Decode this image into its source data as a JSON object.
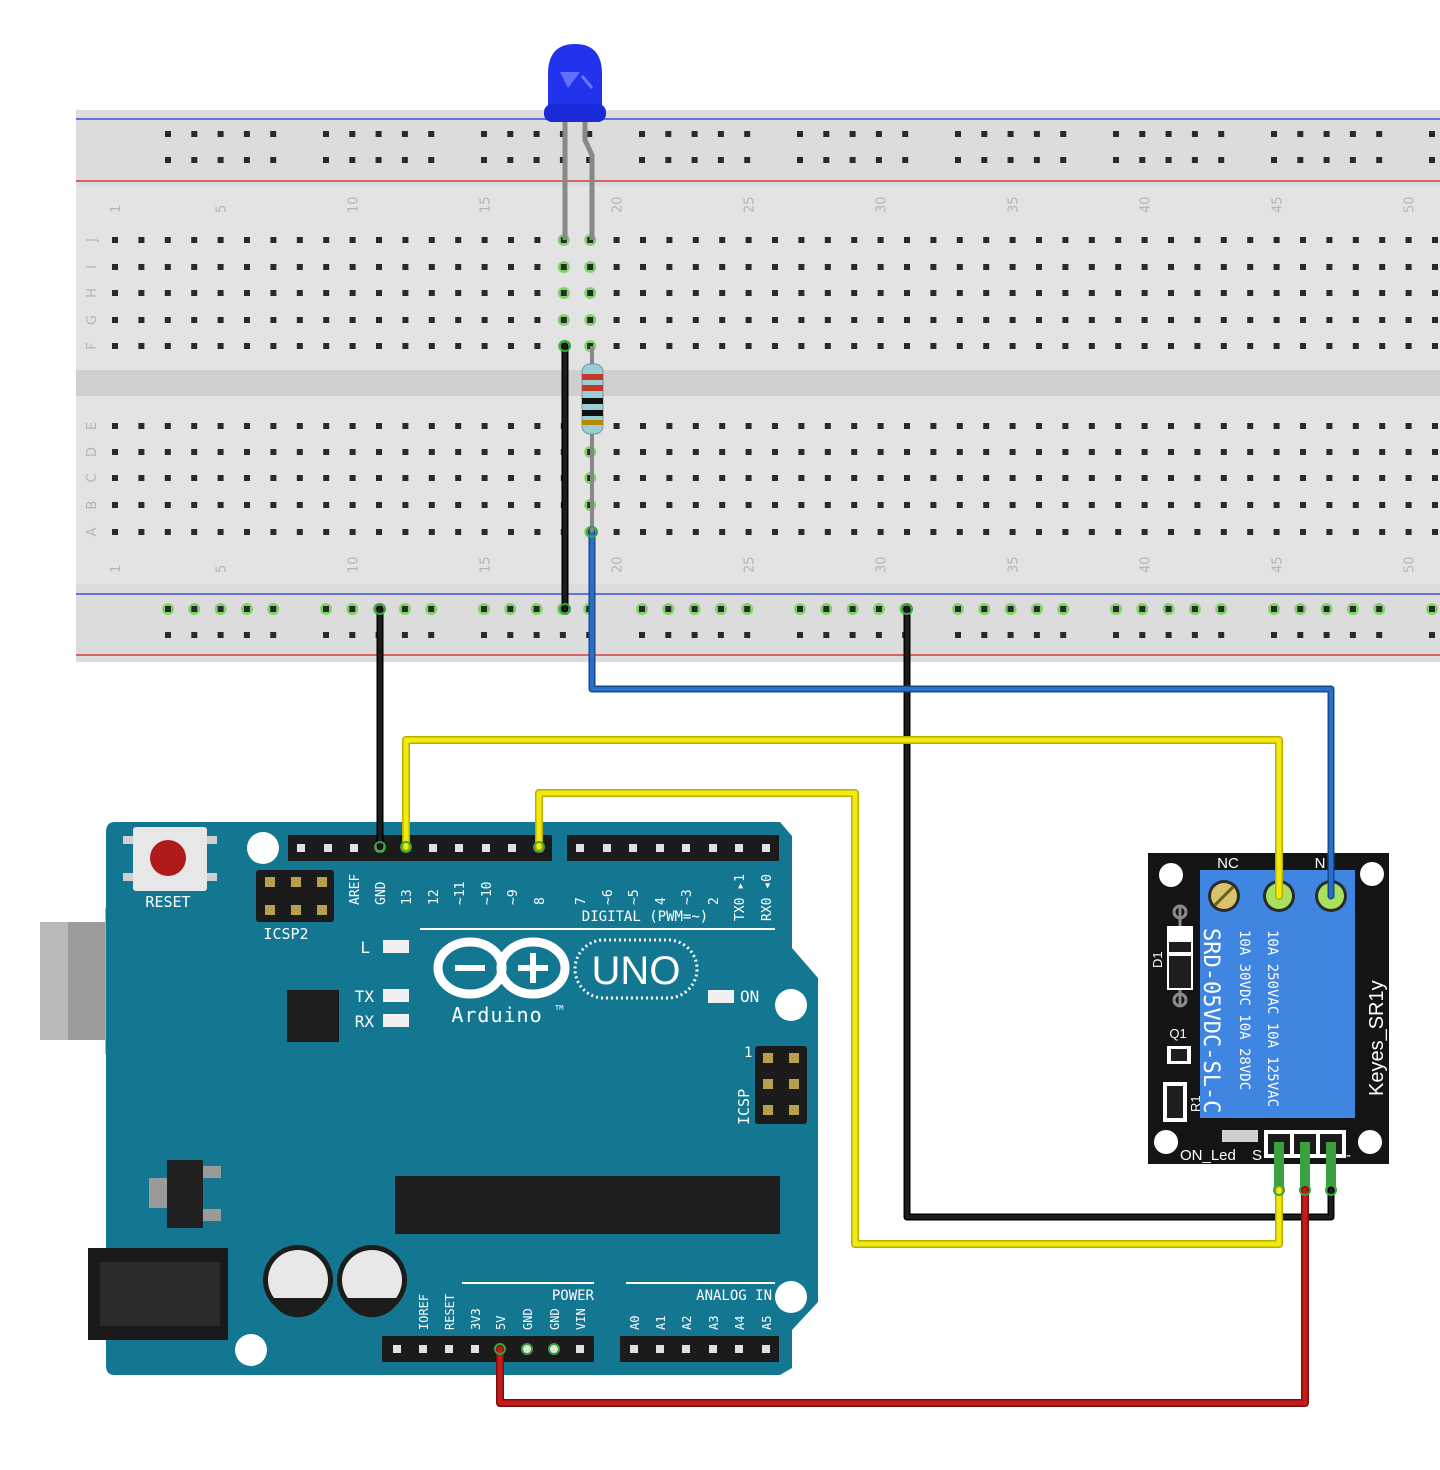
{
  "breadboard": {
    "columns_shown": 51,
    "column_numbers": [
      "1",
      "5",
      "10",
      "15",
      "20",
      "25",
      "30",
      "35",
      "40",
      "45",
      "50"
    ],
    "row_letters_top": [
      "J",
      "I",
      "H",
      "G",
      "F"
    ],
    "row_letters_bottom": [
      "E",
      "D",
      "C",
      "B",
      "A"
    ]
  },
  "arduino": {
    "reset_label": "RESET",
    "icsp2_label": "ICSP2",
    "icsp_label": "ICSP",
    "icsp_pin1": "1",
    "brand": "Arduino",
    "trademark": "TM",
    "model": "UNO",
    "digital_label": "DIGITAL (PWM=~)",
    "power_label": "POWER",
    "analog_label": "ANALOG IN",
    "led_l": "L",
    "led_tx": "TX",
    "led_rx": "RX",
    "led_on": "ON",
    "digital_pins_left": [
      "AREF",
      "GND",
      "13",
      "12",
      "~11",
      "~10",
      "~9",
      "8"
    ],
    "digital_pins_right": [
      "7",
      "~6",
      "~5",
      "4",
      "~3",
      "2",
      "TX0 ▸1",
      "RX0 ◂0"
    ],
    "power_pins": [
      "IOREF",
      "RESET",
      "3V3",
      "5V",
      "GND",
      "GND",
      "VIN"
    ],
    "analog_pins": [
      "A0",
      "A1",
      "A2",
      "A3",
      "A4",
      "A5"
    ]
  },
  "relay": {
    "module_name": "Keyes_SR1y",
    "nc_label": "NC",
    "no_label": "N",
    "d1_label": "D1",
    "q1_label": "Q1",
    "r1_label": "R1",
    "on_led_label": "ON_Led",
    "s_label": "S",
    "minus_label": "-",
    "relay_line1": "10A 250VAC  10A 125VAC",
    "relay_line2": "10A  30VDC  10A  28VDC",
    "relay_line3": "SRD-05VDC-SL-C"
  },
  "wire_colors": {
    "black": "#111111",
    "yellow": "#f2ea0f",
    "blue": "#2a6fc7",
    "red": "#c41c1c",
    "led": "#2233ee",
    "board": "#137792",
    "relay_blue": "#3f86e3"
  }
}
